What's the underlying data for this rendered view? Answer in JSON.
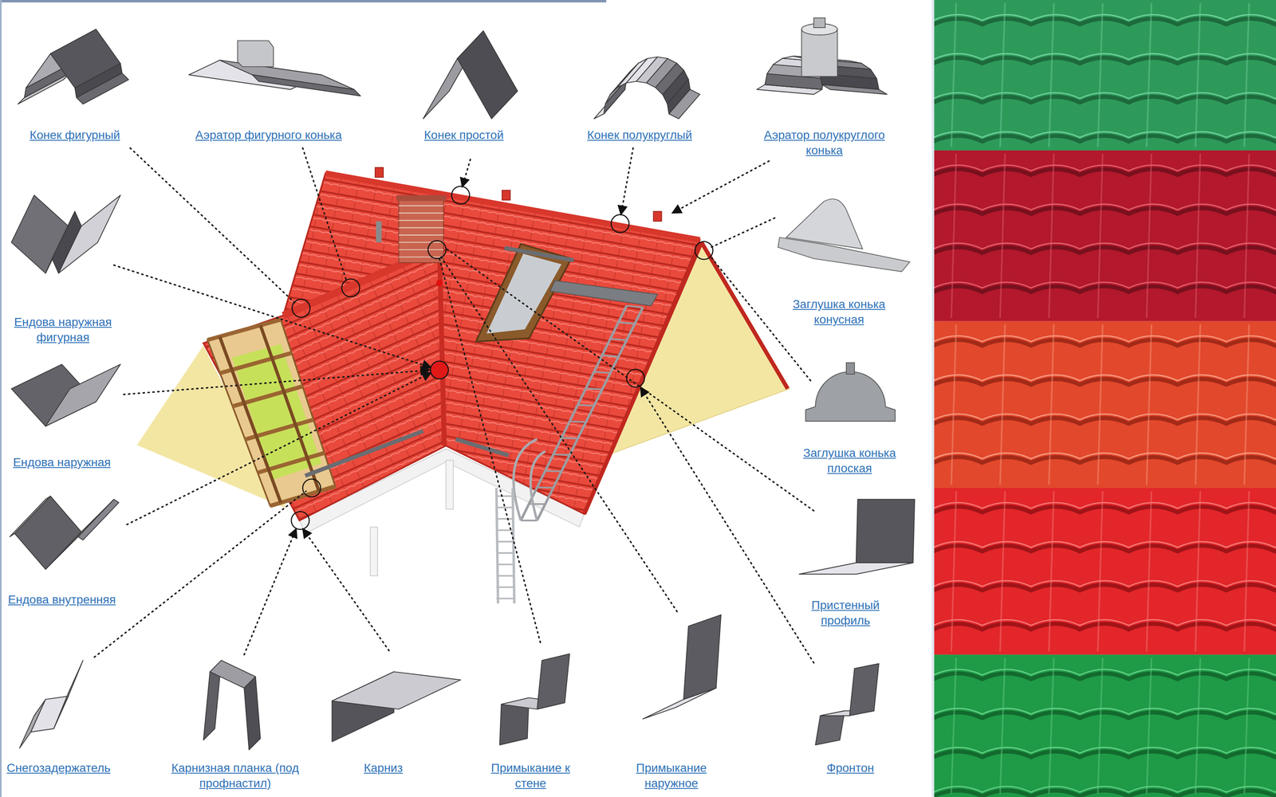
{
  "diagram": {
    "labels": [
      "Конек фигурный",
      "Аэратор фигурного конька",
      "Конек простой",
      "Конек полукруглый",
      "Аэратор полукруглого конька",
      "Ендова наружная фигурная",
      "Ендова наружная",
      "Ендова внутренняя",
      "Заглушка конька конусная",
      "Заглушка конька плоская",
      "Пристенный профиль",
      "Снегозадержатель",
      "Карнизная планка (под профнастил)",
      "Карниз",
      "Примыкание к стене",
      "Примыкание наружное",
      "Фронтон"
    ]
  }
}
